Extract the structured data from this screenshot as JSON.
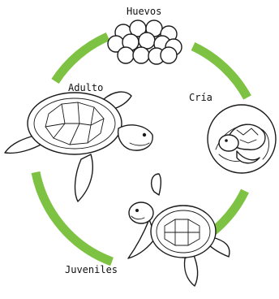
{
  "diagram": {
    "labels": {
      "eggs": "Huevos",
      "hatchling": "Cría",
      "adult": "Adulto",
      "juveniles": "Juveniles"
    },
    "arrow_color": "#7dc242",
    "stages_order": [
      "eggs",
      "hatchling",
      "juveniles",
      "adult"
    ]
  }
}
